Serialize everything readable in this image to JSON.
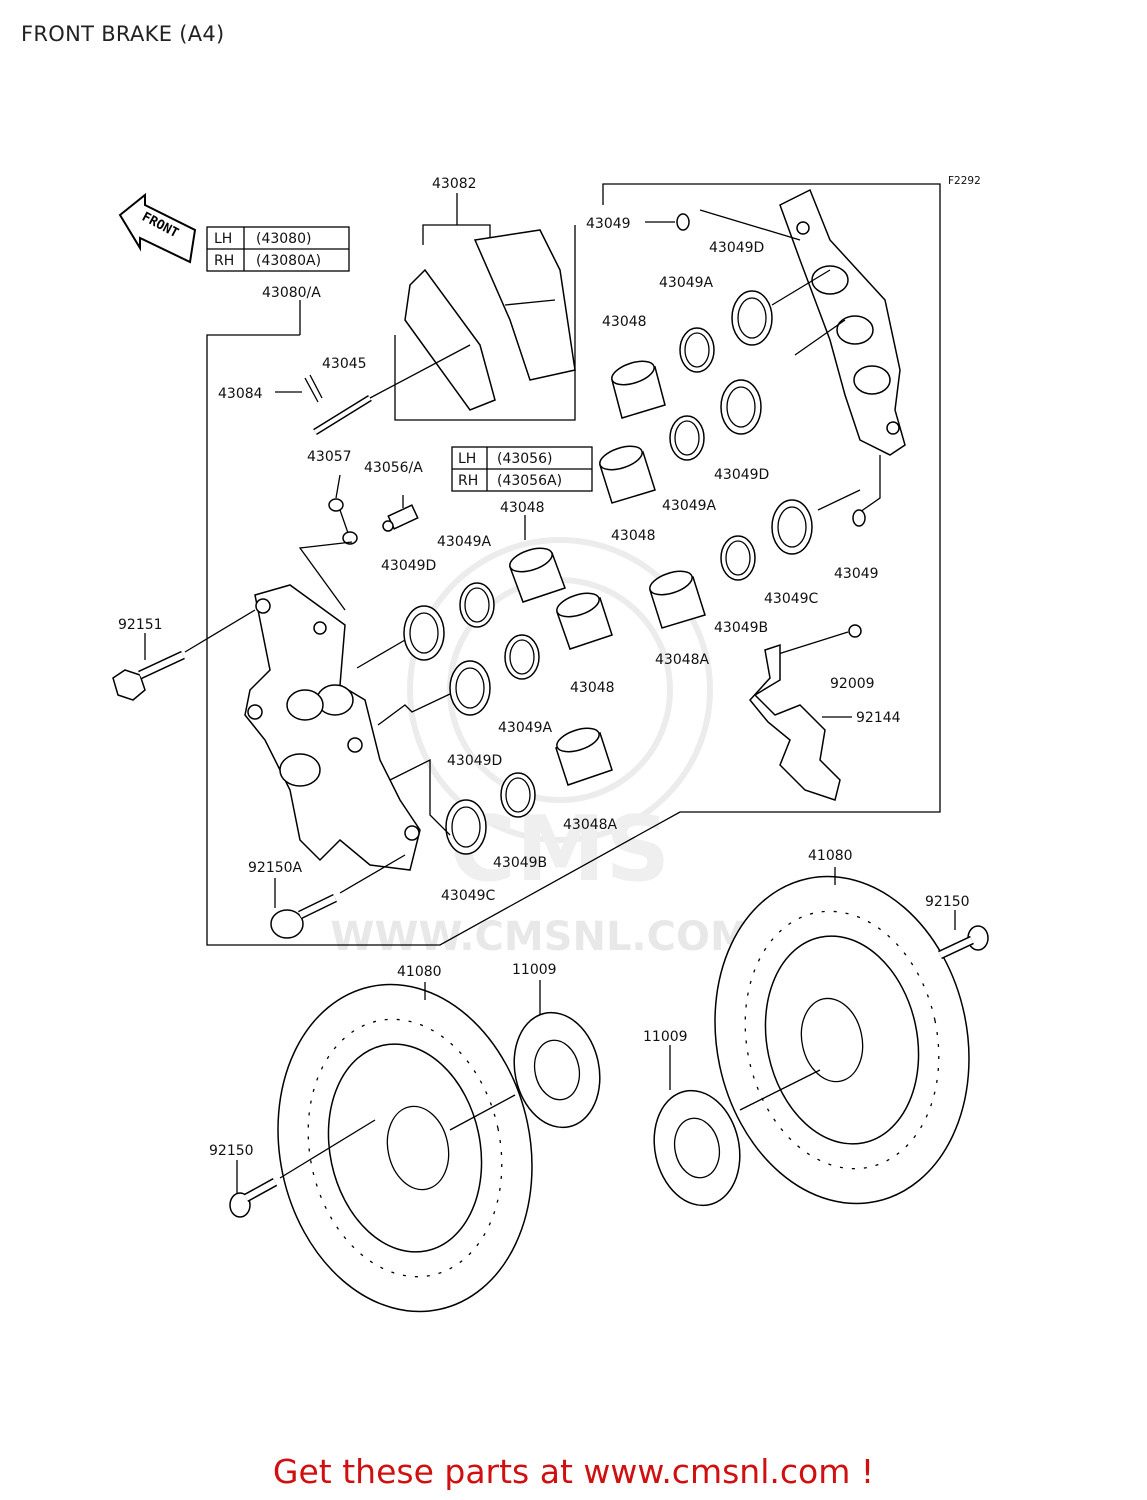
{
  "page": {
    "title": "FRONT BRAKE (A4)"
  },
  "diagram": {
    "figure_code": "F2292",
    "direction_marker": "FRONT",
    "watermark": "WWW.CMSNL.COM",
    "caliper_table": [
      {
        "side": "LH",
        "part": "(43080)"
      },
      {
        "side": "RH",
        "part": "(43080A)"
      }
    ],
    "bleeder_table": [
      {
        "side": "LH",
        "part": "(43056)"
      },
      {
        "side": "RH",
        "part": "(43056A)"
      }
    ],
    "labels": {
      "l43082": "43082",
      "l43080a": "43080/A",
      "l43045": "43045",
      "l43084": "43084",
      "l43057": "43057",
      "l43056a": "43056/A",
      "l92151": "92151",
      "l92150a": "92150A",
      "l43049_top": "43049",
      "l43049d_top": "43049D",
      "l43049a_1": "43049A",
      "l43048_1": "43048",
      "l43048_2": "43048",
      "l43049a_2": "43049A",
      "l43049d_2": "43049D",
      "l43049_mid": "43049",
      "l43049c_1": "43049C",
      "l43049b_1": "43049B",
      "l43048a_1": "43048A",
      "l92009": "92009",
      "l92144": "92144",
      "l43048_3": "43048",
      "l43049a_3": "43049A",
      "l43049d_3": "43049D",
      "l43048_4": "43048",
      "l43049a_4": "43049A",
      "l43049d_4": "43049D",
      "l43048a_2": "43048A",
      "l43049b_2": "43049B",
      "l43049c_2": "43049C",
      "l41080_right": "41080",
      "l92150_right": "92150",
      "l41080_left": "41080",
      "l11009_left": "11009",
      "l11009_right": "11009",
      "l92150_left": "92150"
    }
  },
  "footer": {
    "cta": "Get these parts at www.cmsnl.com !"
  }
}
